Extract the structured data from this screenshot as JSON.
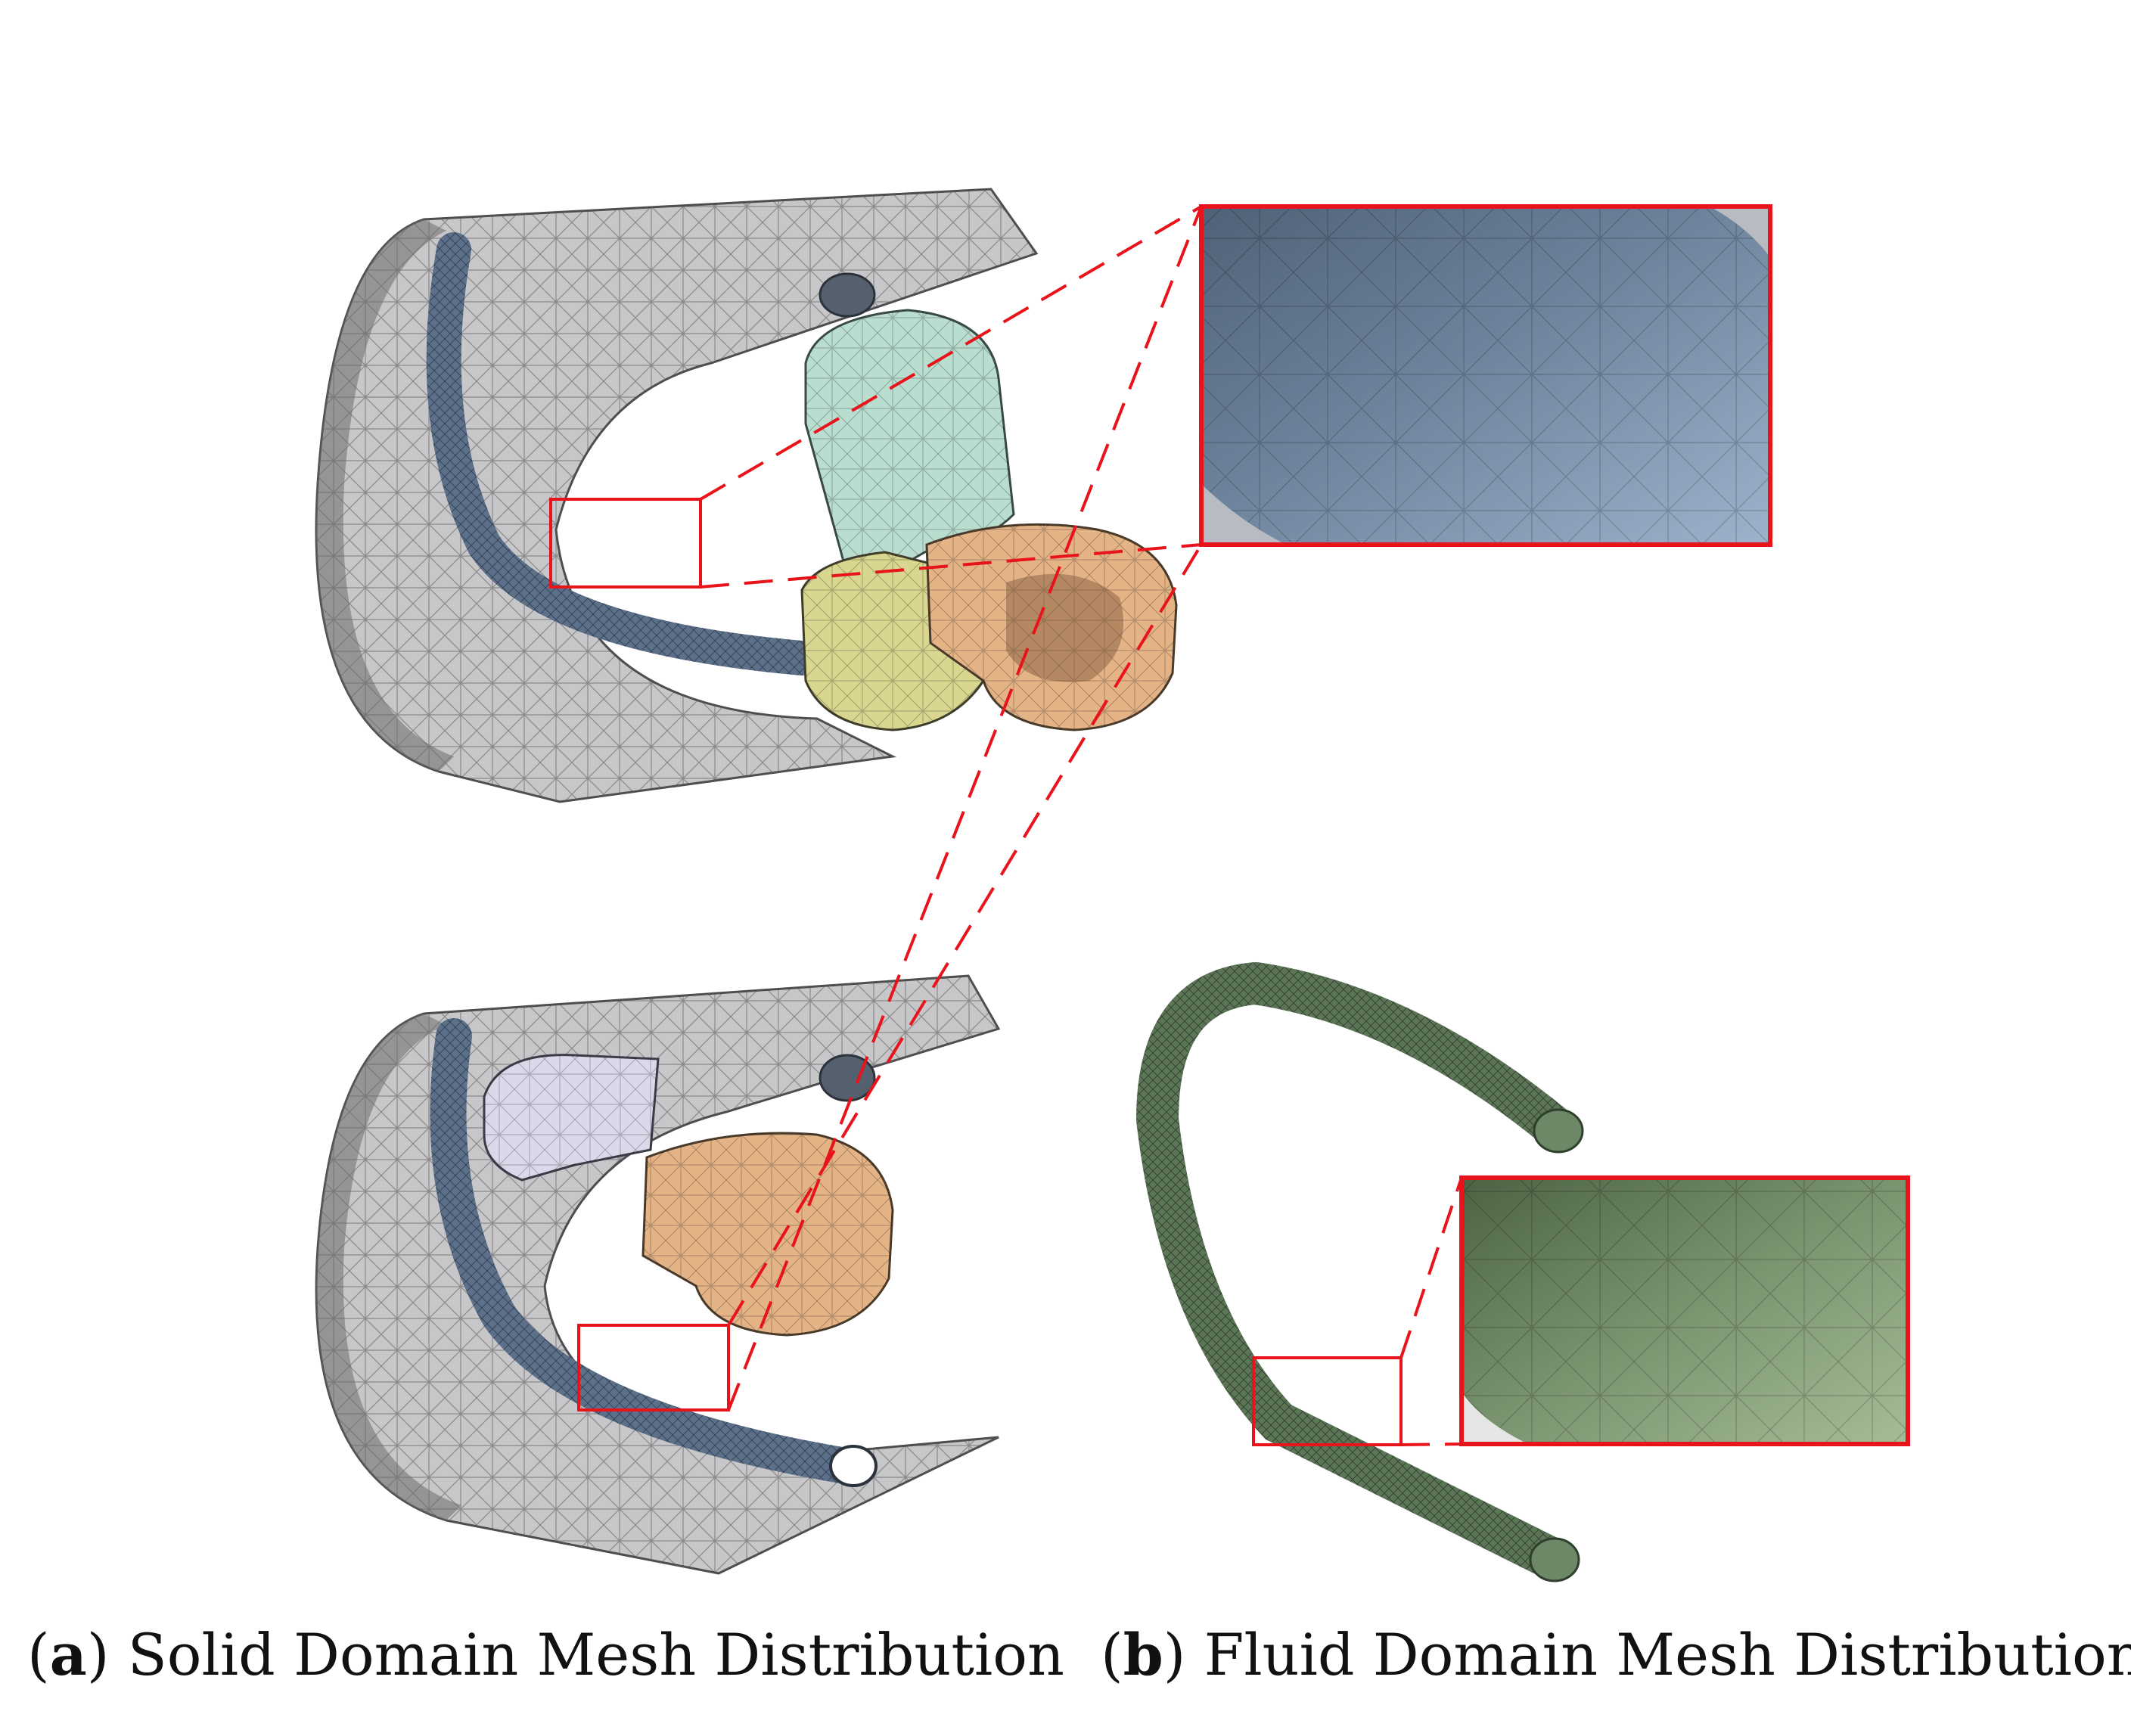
{
  "captions": {
    "a": {
      "open": "(",
      "letter": "a",
      "close": ")",
      "text": " Solid Domain Mesh Distribution"
    },
    "b": {
      "open": "(",
      "letter": "b",
      "close": ")",
      "text": " Fluid Domain Mesh Distribution"
    }
  },
  "colors": {
    "mesh_gray": "#c8c8ca",
    "mesh_gray_dark": "#6e6e70",
    "tube_blue": "#5a6f86",
    "part_green": "#b7dccd",
    "part_yellow": "#d8d58e",
    "part_orange": "#e3b385",
    "part_lavender": "#d6d6e8",
    "fluid_green": "#587252",
    "zoom_blue": "#7b93ad",
    "zoom_green": "#86a178",
    "highlight_red": "#e8131b"
  }
}
